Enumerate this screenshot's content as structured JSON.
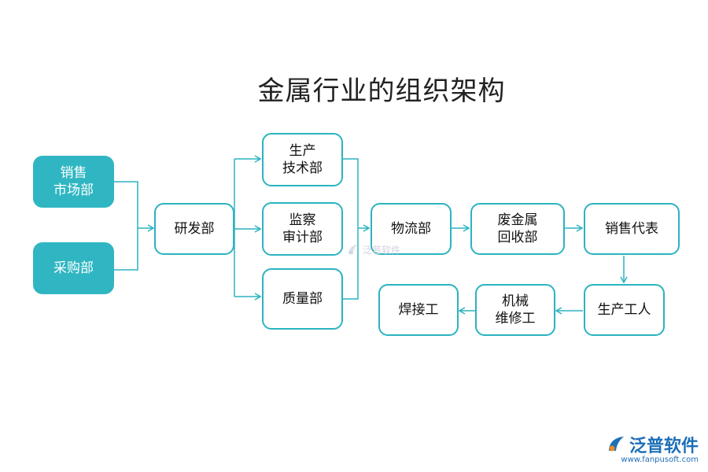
{
  "title": "金属行业的组织架构",
  "nodes": {
    "sales_market": "销售\n市场部",
    "purchasing": "采购部",
    "rnd": "研发部",
    "production_tech": "生产\n技术部",
    "audit": "监察\n审计部",
    "quality": "质量部",
    "logistics": "物流部",
    "scrap_recycling": "废金属\n回收部",
    "sales_rep": "销售代表",
    "production_worker": "生产工人",
    "mech_repair": "机械\n维修工",
    "welder": "焊接工"
  },
  "watermark": {
    "center_text": "泛普软件",
    "brand": "泛普软件",
    "url": "www.fanpusoft.com"
  },
  "colors": {
    "accent": "#2bb3c0",
    "filled_node": "#2fb6c2",
    "brand_blue": "#1d6fb8"
  }
}
